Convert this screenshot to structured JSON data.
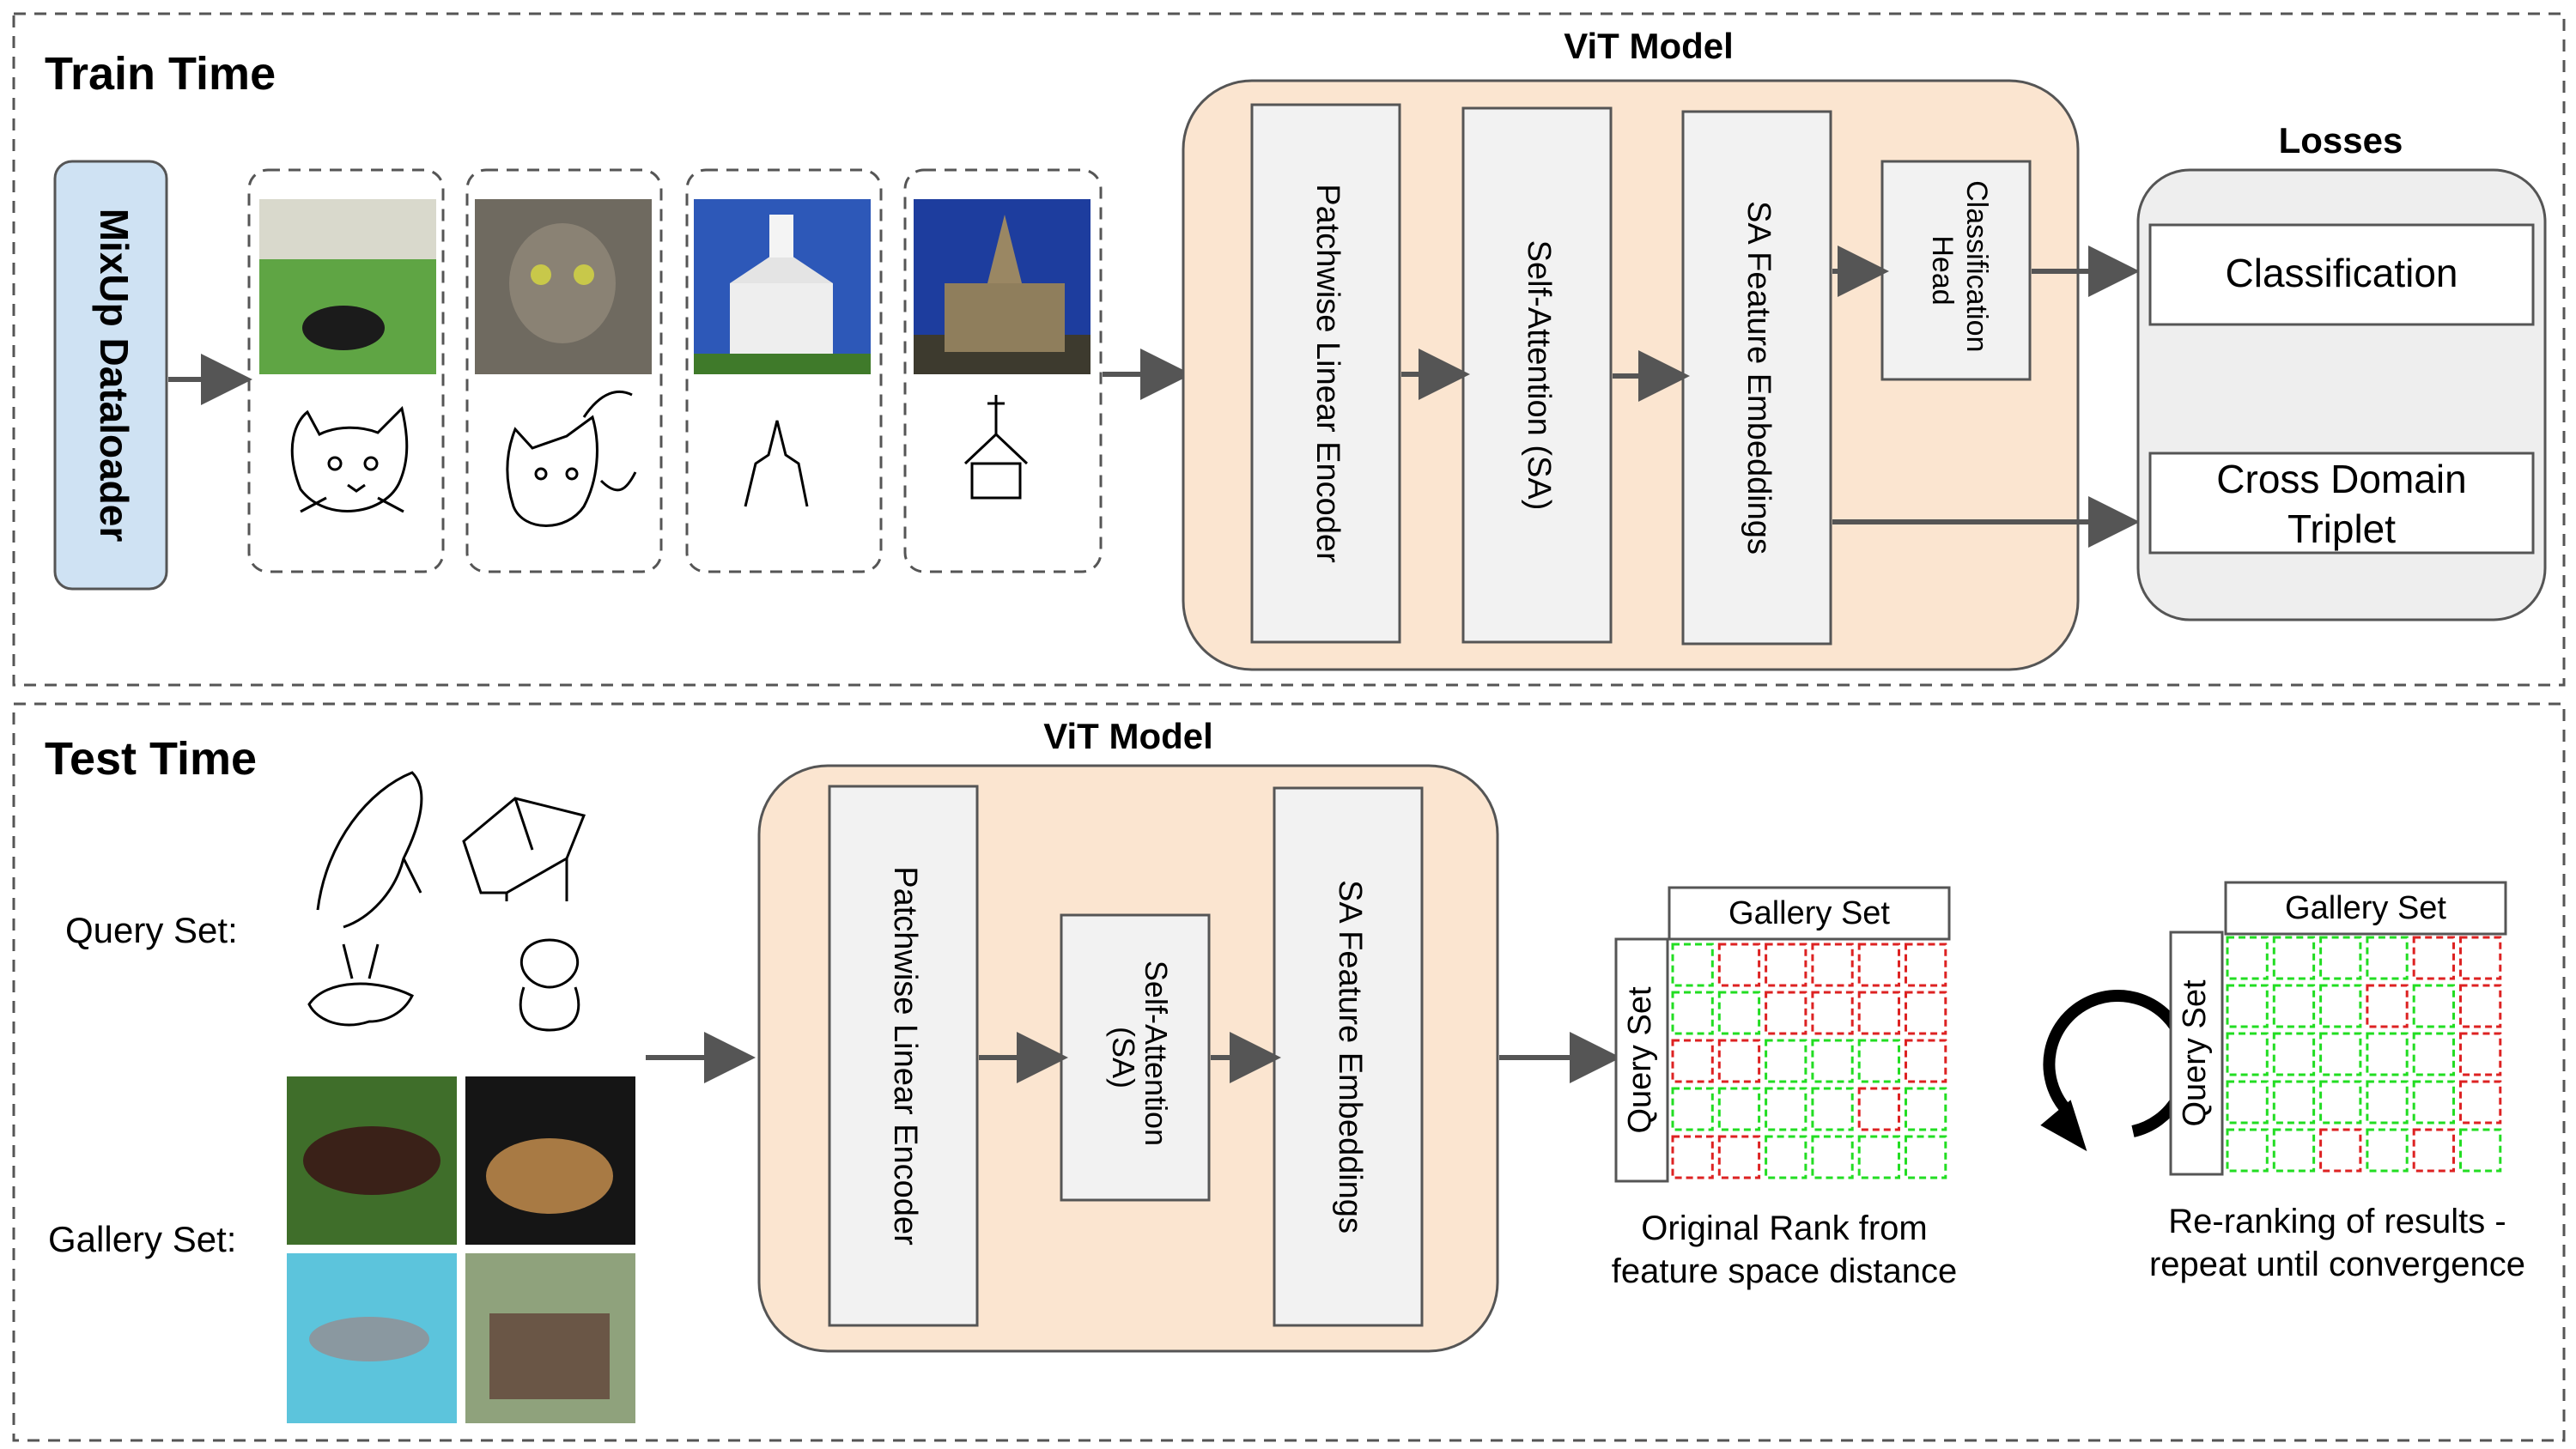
{
  "train": {
    "title": "Train Time",
    "dataloader": "MixUp Dataloader",
    "vit_title": "ViT Model",
    "encoder": "Patchwise Linear Encoder",
    "attention": "Self-Attention (SA)",
    "embeddings": "SA Feature Embeddings",
    "head_line1": "Classification",
    "head_line2": "Head",
    "losses_title": "Losses",
    "loss_classification": "Classification",
    "loss_triplet_line1": "Cross Domain",
    "loss_triplet_line2": "Triplet"
  },
  "test": {
    "title": "Test Time",
    "query_label": "Query Set:",
    "gallery_label": "Gallery Set:",
    "vit_title": "ViT Model",
    "encoder": "Patchwise Linear Encoder",
    "attention_line1": "Self-Attention",
    "attention_line2": "(SA)",
    "embeddings": "SA Feature Embeddings",
    "grid1_col_header": "Gallery Set",
    "grid1_row_header": "Query Set",
    "grid1_caption_line1": "Original Rank from",
    "grid1_caption_line2": "feature space distance",
    "grid2_col_header": "Gallery Set",
    "grid2_row_header": "Query Set",
    "grid2_caption_line1": "Re-ranking of results -",
    "grid2_caption_line2": "repeat until convergence"
  },
  "colors": {
    "model_fill": "#fbe5d0",
    "block_fill": "#f2f2f2",
    "dataloader_fill": "#cfe2f3",
    "losses_fill": "#eeeeee",
    "arrow": "#555555",
    "match_green": "#22dd22",
    "mismatch_red": "#dd2222"
  },
  "grids": {
    "original": [
      [
        "g",
        "r",
        "r",
        "r",
        "r",
        "r"
      ],
      [
        "g",
        "g",
        "r",
        "r",
        "r",
        "r"
      ],
      [
        "r",
        "r",
        "g",
        "g",
        "g",
        "r"
      ],
      [
        "g",
        "g",
        "g",
        "g",
        "r",
        "g"
      ],
      [
        "r",
        "r",
        "g",
        "g",
        "g",
        "g"
      ]
    ],
    "reranked": [
      [
        "g",
        "g",
        "g",
        "g",
        "r",
        "r"
      ],
      [
        "g",
        "g",
        "g",
        "r",
        "g",
        "r"
      ],
      [
        "g",
        "g",
        "g",
        "g",
        "g",
        "r"
      ],
      [
        "g",
        "g",
        "g",
        "g",
        "g",
        "r"
      ],
      [
        "g",
        "g",
        "r",
        "g",
        "r",
        "g"
      ]
    ]
  }
}
